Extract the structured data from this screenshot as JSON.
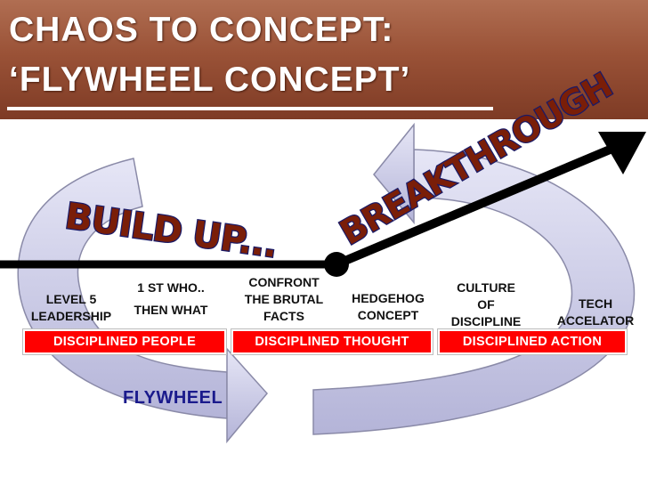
{
  "title": {
    "line1": "CHAOS TO CONCEPT:",
    "line2": "‘FLYWHEEL CONCEPT’"
  },
  "labels": {
    "build_up": "BUILD UP...",
    "breakthrough": "BREAKTHROUGH",
    "flywheel": "FLYWHEEL"
  },
  "steps": [
    {
      "lines": [
        "LEVEL 5",
        "LEADERSHIP"
      ]
    },
    {
      "lines": [
        "1 ST WHO..",
        "THEN WHAT"
      ]
    },
    {
      "lines": [
        "CONFRONT",
        "THE BRUTAL",
        "FACTS"
      ]
    },
    {
      "lines": [
        "HEDGEHOG",
        "CONCEPT"
      ]
    },
    {
      "lines": [
        "CULTURE",
        "OF",
        "DISCIPLINE"
      ]
    },
    {
      "lines": [
        "TECH",
        "ACCELATOR"
      ]
    }
  ],
  "stages": [
    {
      "label": "DISCIPLINED PEOPLE"
    },
    {
      "label": "DISCIPLINED THOUGHT"
    },
    {
      "label": "DISCIPLINED ACTION"
    }
  ],
  "colors": {
    "header_bg": "#9a5237",
    "cycle_arrow_fill": "#c9c9e6",
    "cycle_arrow_stroke": "#8a8aa8",
    "stage_bar": "#ff0000",
    "flywheel_text": "#1a1a8c",
    "callout_fill": "#7a1e08",
    "callout_outline": "#1a1a66"
  },
  "icons": [
    "circular-flywheel-arrows",
    "rising-breakthrough-arrow"
  ]
}
